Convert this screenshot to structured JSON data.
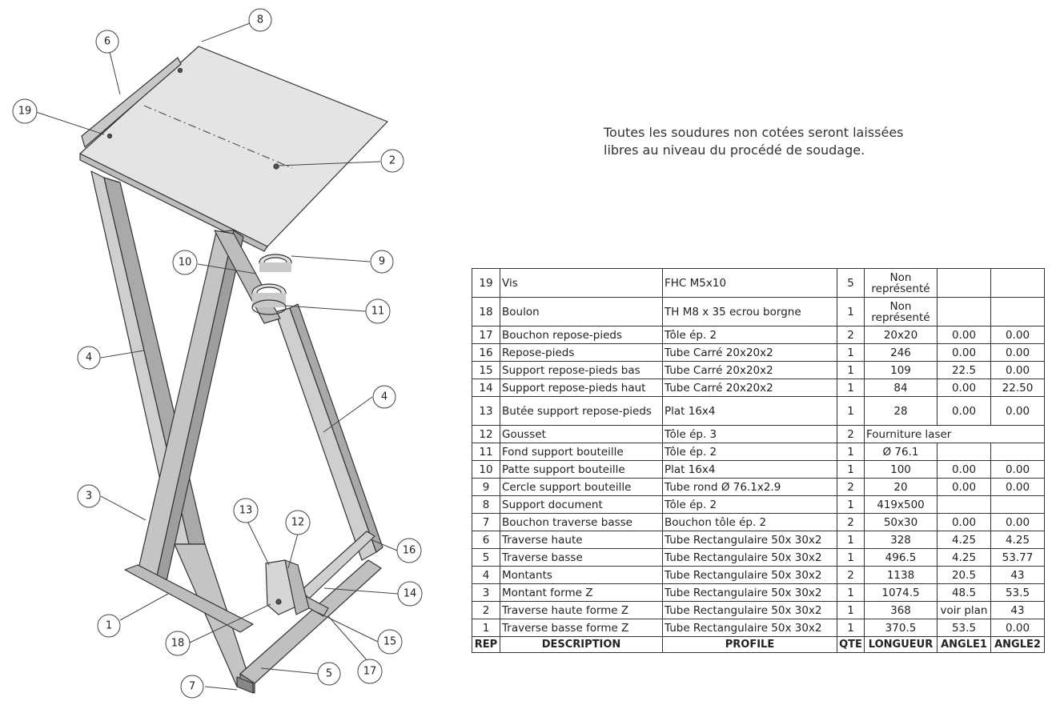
{
  "note": {
    "line1": "Toutes les soudures non cotées seront laissées",
    "line2": "libres au niveau du procédé de soudage."
  },
  "balloons": [
    {
      "label": "8"
    },
    {
      "label": "6"
    },
    {
      "label": "19"
    },
    {
      "label": "2"
    },
    {
      "label": "10"
    },
    {
      "label": "9"
    },
    {
      "label": "11"
    },
    {
      "label": "4"
    },
    {
      "label": "4"
    },
    {
      "label": "3"
    },
    {
      "label": "13"
    },
    {
      "label": "12"
    },
    {
      "label": "16"
    },
    {
      "label": "14"
    },
    {
      "label": "1"
    },
    {
      "label": "18"
    },
    {
      "label": "15"
    },
    {
      "label": "17"
    },
    {
      "label": "5"
    },
    {
      "label": "7"
    }
  ],
  "bom": {
    "rows": [
      {
        "rep": "19",
        "desc": "Vis",
        "profile": "FHC M5x10",
        "qte": "5",
        "longueur": "Non représenté",
        "angle1": "",
        "angle2": ""
      },
      {
        "rep": "18",
        "desc": "Boulon",
        "profile": "TH M8 x 35 ecrou borgne",
        "qte": "1",
        "longueur": "Non représenté",
        "angle1": "",
        "angle2": ""
      },
      {
        "rep": "17",
        "desc": "Bouchon repose-pieds",
        "profile": "Tôle ép. 2",
        "qte": "2",
        "longueur": "20x20",
        "angle1": "0.00",
        "angle2": "0.00"
      },
      {
        "rep": "16",
        "desc": "Repose-pieds",
        "profile": "Tube Carré 20x20x2",
        "qte": "1",
        "longueur": "246",
        "angle1": "0.00",
        "angle2": "0.00"
      },
      {
        "rep": "15",
        "desc": "Support repose-pieds bas",
        "profile": "Tube Carré 20x20x2",
        "qte": "1",
        "longueur": "109",
        "angle1": "22.5",
        "angle2": "0.00"
      },
      {
        "rep": "14",
        "desc": "Support repose-pieds haut",
        "profile": "Tube Carré 20x20x2",
        "qte": "1",
        "longueur": "84",
        "angle1": "0.00",
        "angle2": "22.50"
      },
      {
        "rep": "13",
        "desc": "Butée support repose-pieds",
        "profile": "Plat 16x4",
        "qte": "1",
        "longueur": "28",
        "angle1": "0.00",
        "angle2": "0.00"
      },
      {
        "rep": "12",
        "desc": "Gousset",
        "profile": "Tôle ép. 3",
        "qte": "2",
        "longueur": "Fourniture laser",
        "angle1": "",
        "angle2": ""
      },
      {
        "rep": "11",
        "desc": "Fond support bouteille",
        "profile": "Tôle ép. 2",
        "qte": "1",
        "longueur": "Ø 76.1",
        "angle1": "",
        "angle2": ""
      },
      {
        "rep": "10",
        "desc": "Patte support bouteille",
        "profile": "Plat 16x4",
        "qte": "1",
        "longueur": "100",
        "angle1": "0.00",
        "angle2": "0.00"
      },
      {
        "rep": "9",
        "desc": "Cercle support bouteille",
        "profile": "Tube rond Ø 76.1x2.9",
        "qte": "2",
        "longueur": "20",
        "angle1": "0.00",
        "angle2": "0.00"
      },
      {
        "rep": "8",
        "desc": "Support document",
        "profile": "Tôle ép. 2",
        "qte": "1",
        "longueur": "419x500",
        "angle1": "",
        "angle2": ""
      },
      {
        "rep": "7",
        "desc": "Bouchon traverse basse",
        "profile": "Bouchon tôle ép. 2",
        "qte": "2",
        "longueur": "50x30",
        "angle1": "0.00",
        "angle2": "0.00"
      },
      {
        "rep": "6",
        "desc": "Traverse haute",
        "profile": "Tube Rectangulaire  50x 30x2",
        "qte": "1",
        "longueur": "328",
        "angle1": "4.25",
        "angle2": "4.25"
      },
      {
        "rep": "5",
        "desc": "Traverse basse",
        "profile": "Tube Rectangulaire  50x 30x2",
        "qte": "1",
        "longueur": "496.5",
        "angle1": "4.25",
        "angle2": "53.77"
      },
      {
        "rep": "4",
        "desc": "Montants",
        "profile": "Tube Rectangulaire  50x 30x2",
        "qte": "2",
        "longueur": "1138",
        "angle1": "20.5",
        "angle2": "43"
      },
      {
        "rep": "3",
        "desc": "Montant forme Z",
        "profile": "Tube Rectangulaire  50x 30x2",
        "qte": "1",
        "longueur": "1074.5",
        "angle1": "48.5",
        "angle2": "53.5"
      },
      {
        "rep": "2",
        "desc": "Traverse haute forme Z",
        "profile": "Tube Rectangulaire  50x 30x2",
        "qte": "1",
        "longueur": "368",
        "angle1": "voir plan",
        "angle2": "43"
      },
      {
        "rep": "1",
        "desc": "Traverse basse forme Z",
        "profile": "Tube Rectangulaire  50x 30x2",
        "qte": "1",
        "longueur": "370.5",
        "angle1": "53.5",
        "angle2": "0.00"
      }
    ],
    "header": {
      "rep": "REP",
      "desc": "DESCRIPTION",
      "profile": "PROFILE",
      "qte": "QTE",
      "longueur": "LONGUEUR",
      "angle1": "ANGLE1",
      "angle2": "ANGLE2"
    }
  }
}
